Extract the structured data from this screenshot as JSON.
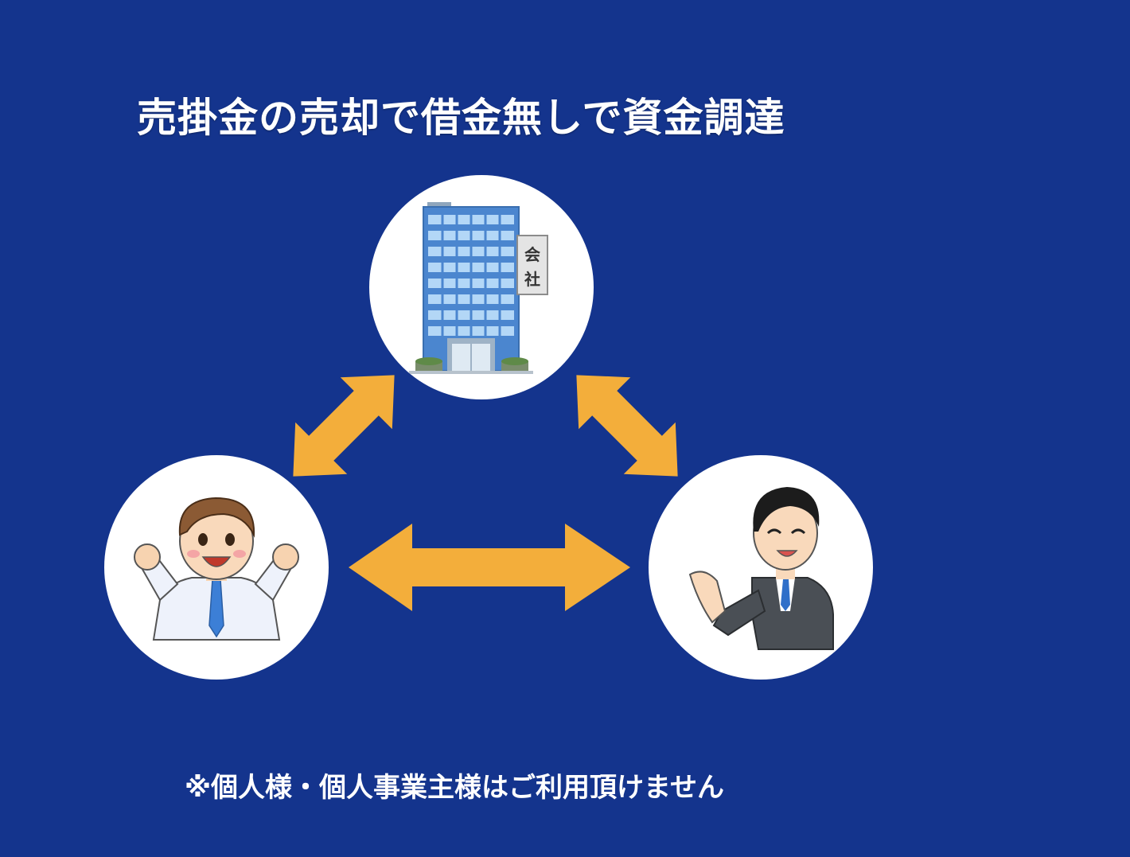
{
  "title": "売掛金の売却で借金無しで資金調達",
  "note": "※個人様・個人事業主様はご利用頂けません",
  "company": {
    "sign_char_1": "会",
    "sign_char_2": "社"
  },
  "colors": {
    "background": "#14348d",
    "arrow": "#f3ae3b",
    "circle": "#ffffff"
  },
  "icons": [
    "company-building-icon",
    "happy-businessman-icon",
    "smiling-salesman-icon"
  ]
}
